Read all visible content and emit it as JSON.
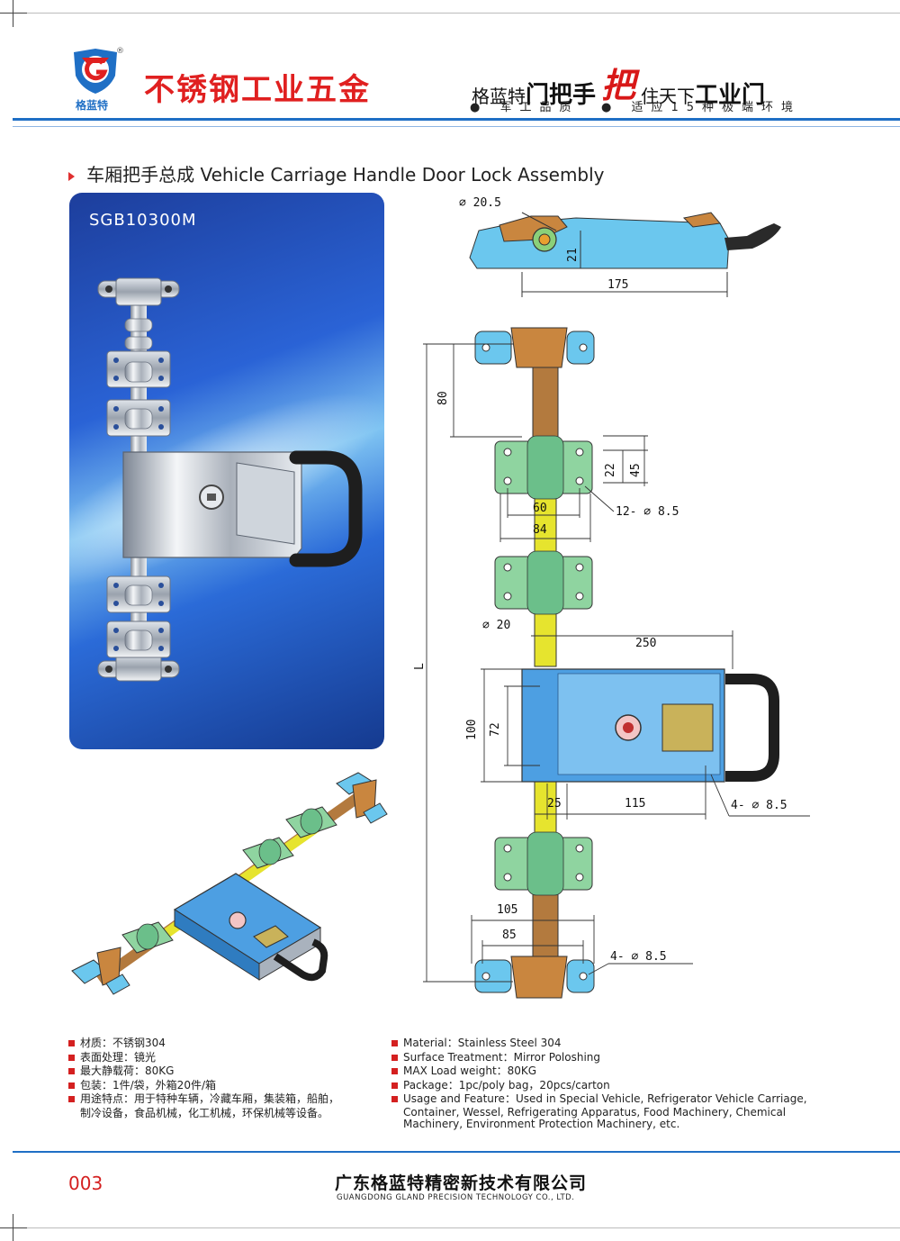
{
  "header": {
    "brand_short": "格蓝特",
    "title": "不锈钢工业五金",
    "slogan_a": "格蓝特",
    "slogan_b": "门把手",
    "slogan_c": "把",
    "slogan_d": "住天下",
    "slogan_e": "工业门",
    "sub1": "军工品质",
    "sub2": "适应15种极端环境"
  },
  "section": {
    "title": "车厢把手总成 Vehicle Carriage Handle Door Lock Assembly",
    "model": "SGB10300M"
  },
  "dimensions": {
    "top_dia": "⌀ 20.5",
    "top_h": "21",
    "top_len": "175",
    "d80": "80",
    "d22": "22",
    "d45": "45",
    "d60": "60",
    "d84": "84",
    "d12": "12- ⌀ 8.5",
    "d20": "⌀ 20",
    "d250": "250",
    "dL": "L",
    "d100": "100",
    "d72": "72",
    "d25": "25",
    "d115": "115",
    "d4a": "4- ⌀ 8.5",
    "d105": "105",
    "d85": "85",
    "d4b": "4- ⌀ 8.5"
  },
  "specs_cn": [
    "材质：不锈钢304",
    "表面处理：镜光",
    "最大静载荷：80KG",
    "包装：1件/袋，外箱20件/箱",
    "用途特点：用于特种车辆，冷藏车厢，集装箱，船舶，",
    "制冷设备，食品机械，化工机械，环保机械等设备。"
  ],
  "specs_en": [
    "Material：Stainless Steel 304",
    "Surface Treatment：Mirror Poloshing",
    "MAX Load weight：80KG",
    "Package：1pc/poly bag，20pcs/carton",
    "Usage and Feature：Used in Special Vehicle, Refrigerator Vehicle Carriage,",
    "Container, Wessel, Refrigerating Apparatus, Food Machinery, Chemical",
    "Machinery, Environment Protection Machinery, etc."
  ],
  "footer": {
    "page": "003",
    "company_cn": "广东格蓝特精密新技术有限公司",
    "company_en": "GUANGDONG GLAND PRECISION TECHNOLOGY CO., LTD."
  },
  "colors": {
    "brand_red": "#e02020",
    "brand_blue": "#1f6fc5",
    "photo_bg": "#1c4fb8"
  }
}
